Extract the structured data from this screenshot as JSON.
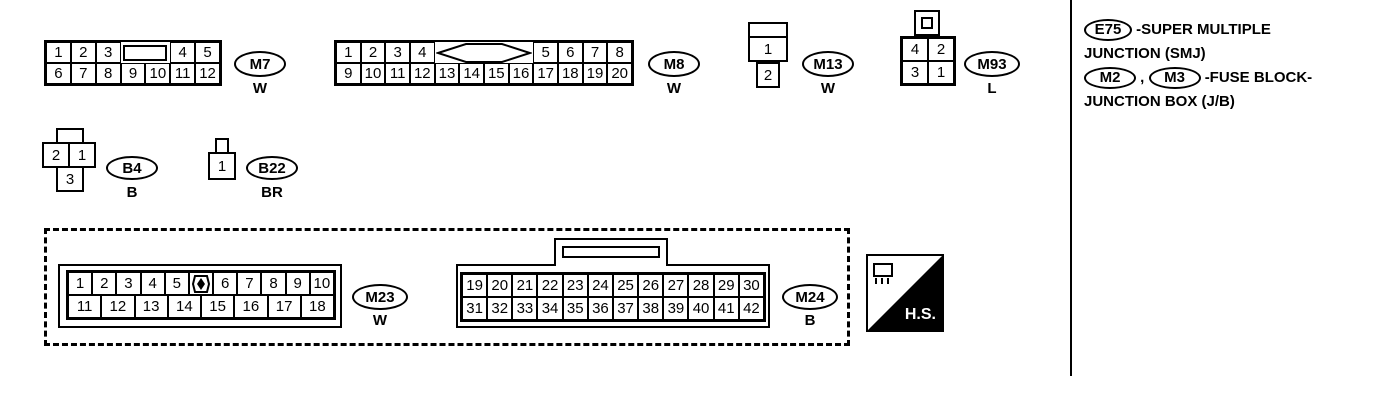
{
  "connectors": {
    "m7": {
      "label": "M7",
      "color": "W",
      "row1": [
        "1",
        "2",
        "3",
        "",
        "4",
        "5"
      ],
      "row2": [
        "6",
        "7",
        "8",
        "9",
        "10",
        "11",
        "12"
      ]
    },
    "m8": {
      "label": "M8",
      "color": "W",
      "row1": [
        "1",
        "2",
        "3",
        "4",
        "5",
        "6",
        "7",
        "8"
      ],
      "row2": [
        "9",
        "10",
        "11",
        "12",
        "13",
        "14",
        "15",
        "16",
        "17",
        "18",
        "19",
        "20"
      ]
    },
    "m13": {
      "label": "M13",
      "color": "W",
      "pins": [
        "1",
        "2"
      ]
    },
    "m93": {
      "label": "M93",
      "color": "L",
      "pins": [
        "4",
        "2",
        "3",
        "1"
      ]
    },
    "b4": {
      "label": "B4",
      "color": "B",
      "pins": [
        "2",
        "1",
        "3"
      ]
    },
    "b22": {
      "label": "B22",
      "color": "BR",
      "pins": [
        "1"
      ]
    },
    "m23": {
      "label": "M23",
      "color": "W",
      "row1": [
        "1",
        "2",
        "3",
        "4",
        "5",
        "6",
        "7",
        "8",
        "9",
        "10"
      ],
      "row2": [
        "11",
        "12",
        "13",
        "14",
        "15",
        "16",
        "17",
        "18"
      ]
    },
    "m24": {
      "label": "M24",
      "color": "B",
      "row1": [
        "19",
        "20",
        "21",
        "22",
        "23",
        "24",
        "25",
        "26",
        "27",
        "28",
        "29",
        "30"
      ],
      "row2": [
        "31",
        "32",
        "33",
        "34",
        "35",
        "36",
        "37",
        "38",
        "39",
        "40",
        "41",
        "42"
      ]
    }
  },
  "hs_badge": "H.S.",
  "legend": {
    "e75": "E75",
    "e75_text1": "-SUPER MULTIPLE",
    "e75_text2": "JUNCTION (SMJ)",
    "m2": "M2",
    "comma": ",",
    "m3": "M3",
    "m_text1": "-FUSE BLOCK-",
    "m_text2": "JUNCTION BOX (J/B)"
  }
}
